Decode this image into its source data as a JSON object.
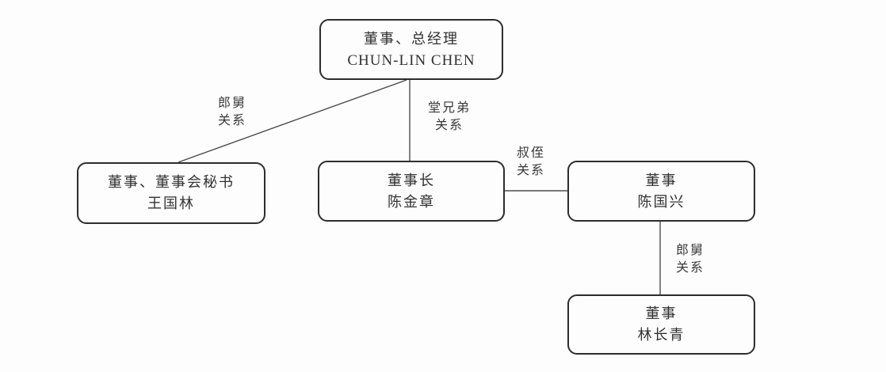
{
  "nodes": [
    {
      "id": "chun-lin-chen",
      "title": "董事、总经理",
      "name": "CHUN-LIN CHEN"
    },
    {
      "id": "wang-guolin",
      "title": "董事、董事会秘书",
      "name": "王国林"
    },
    {
      "id": "chen-jinzhang",
      "title": "董事长",
      "name": "陈金章"
    },
    {
      "id": "chen-guoxing",
      "title": "董事",
      "name": "陈国兴"
    },
    {
      "id": "lin-changqing",
      "title": "董事",
      "name": "林长青"
    }
  ],
  "edges": [
    {
      "from": "chun-lin-chen",
      "to": "wang-guolin",
      "label_line1": "郎舅",
      "label_line2": "关系"
    },
    {
      "from": "chun-lin-chen",
      "to": "chen-jinzhang",
      "label_line1": "堂兄弟",
      "label_line2": "关系"
    },
    {
      "from": "chen-jinzhang",
      "to": "chen-guoxing",
      "label_line1": "叔侄",
      "label_line2": "关系"
    },
    {
      "from": "chen-guoxing",
      "to": "lin-changqing",
      "label_line1": "郎舅",
      "label_line2": "关系"
    }
  ],
  "colors": {
    "background": "#fdfdfe",
    "node_border": "#2d2d2d",
    "edge_line": "#4d4d4d",
    "text": "#323232"
  }
}
